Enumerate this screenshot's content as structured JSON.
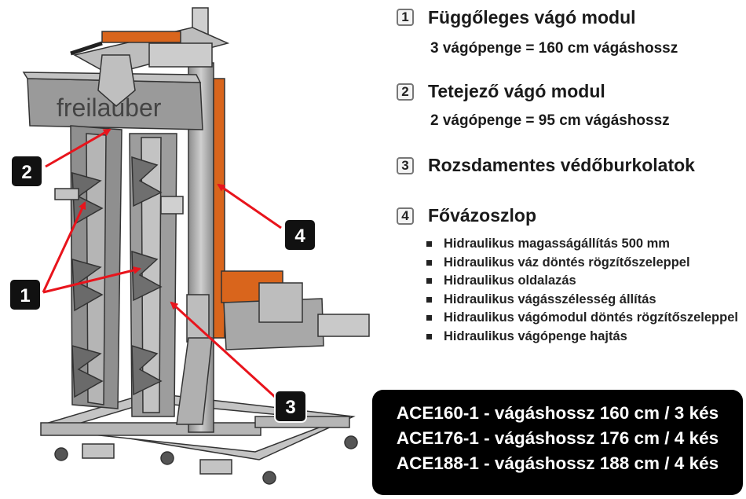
{
  "sections": [
    {
      "number": "1",
      "title": "Függőleges vágó modul",
      "subtitle": "3 vágópenge = 160 cm vágáshossz"
    },
    {
      "number": "2",
      "title": "Tetejező vágó modul",
      "subtitle": "2 vágópenge = 95 cm vágáshossz"
    },
    {
      "number": "3",
      "title": "Rozsdamentes védőburkolatok"
    },
    {
      "number": "4",
      "title": "Fővázoszlop",
      "bullets": [
        "Hidraulikus magasságállítás 500 mm",
        "Hidraulikus váz döntés rögzítőszeleppel",
        "Hidraulikus oldalazás",
        "Hidraulikus vágásszélesség állítás",
        "Hidraulikus vágómodul döntés rögzítőszeleppel",
        "Hidraulikus vágópenge hajtás"
      ]
    }
  ],
  "models": [
    "ACE160-1 - vágáshossz 160 cm / 3 kés",
    "ACE176-1 - vágáshossz 176 cm / 4 kés",
    "ACE188-1 - vágáshossz 188 cm / 4 kés"
  ],
  "diagram": {
    "brand_text": "freilaüber",
    "callouts": [
      "2",
      "1",
      "4",
      "3"
    ]
  },
  "colors": {
    "arrow": "#e8141c",
    "label_bg": "#111111",
    "accent_orange": "#d9651c"
  }
}
